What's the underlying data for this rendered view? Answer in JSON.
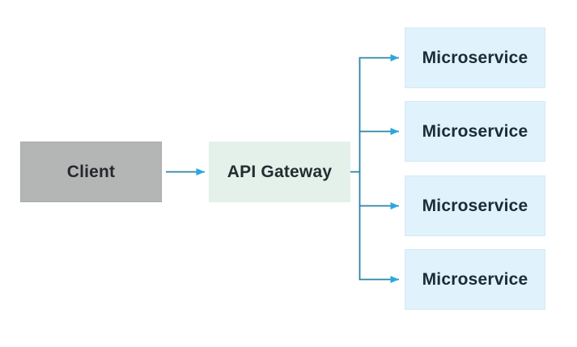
{
  "diagram": {
    "nodes": {
      "client": {
        "label": "Client",
        "fill": "#b4b6b5",
        "text_color": "#25282c"
      },
      "gateway": {
        "label": "API Gateway",
        "fill": "#e3f1ea",
        "text_color": "#222e30"
      },
      "microservices": [
        {
          "label": "Microservice"
        },
        {
          "label": "Microservice"
        },
        {
          "label": "Microservice"
        },
        {
          "label": "Microservice"
        }
      ],
      "microservice_fill": "#e0f2fb",
      "microservice_text_color": "#1c2b39"
    },
    "connectors": {
      "line_color": "#2c84a3",
      "arrowhead_color": "#2ba7dd"
    }
  }
}
